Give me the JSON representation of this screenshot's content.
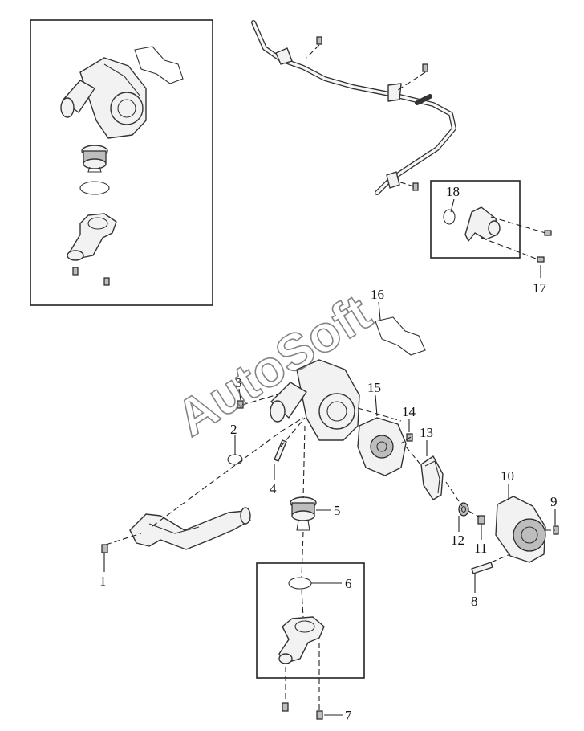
{
  "watermark": "AutoSoft",
  "callouts": [
    "1",
    "2",
    "3",
    "4",
    "5",
    "6",
    "7",
    "8",
    "9",
    "10",
    "11",
    "12",
    "13",
    "14",
    "15",
    "16",
    "17",
    "18"
  ],
  "colors": {
    "line": "#333333",
    "fill": "#f2f2f2",
    "background": "#ffffff"
  }
}
